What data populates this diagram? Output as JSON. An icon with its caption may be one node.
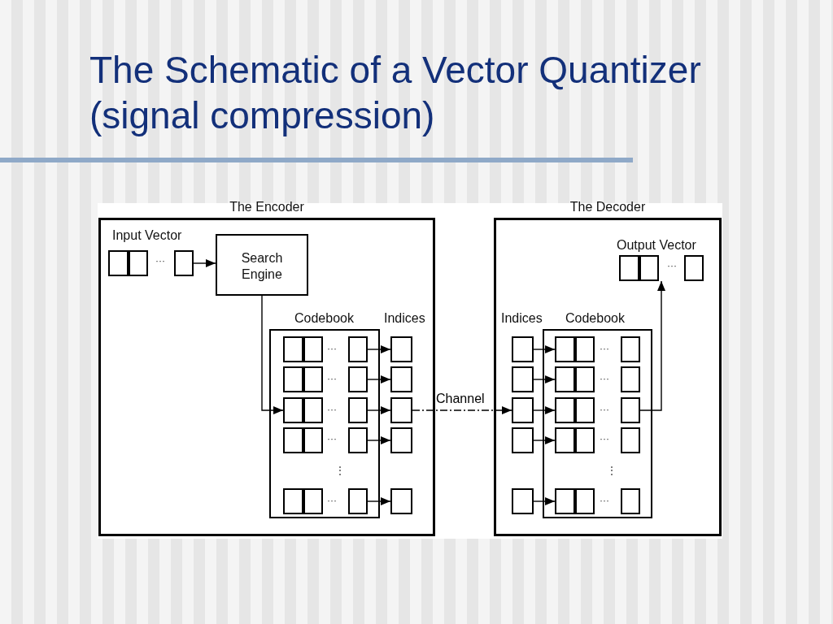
{
  "diagram": {
    "title": "The Schematic of a Vector Quantizer (signal compression)",
    "nodes": [
      {
        "text": [
          "The Encoder"
        ]
      },
      {
        "text": [],
        "shape": "box",
        "in": 0,
        "beside": [
          "Input Vector"
        ]
      },
      {
        "text": [
          "Search Engine"
        ],
        "in": 0
      },
      {
        "text": [
          "Codebook"
        ],
        "in": 0
      },
      {
        "text": [],
        "shape": "box",
        "in": 3
      },
      {
        "text": [],
        "shape": "box",
        "in": 3
      },
      {
        "text": [],
        "shape": "box",
        "in": 3
      },
      {
        "text": [],
        "shape": "box",
        "in": 3
      },
      {
        "text": [],
        "shape": "box",
        "in": 3
      },
      {
        "text": [],
        "shape": "box",
        "in": 0
      },
      {
        "text": [],
        "shape": "box",
        "in": 0
      },
      {
        "text": [],
        "shape": "box",
        "in": 0
      },
      {
        "text": [],
        "shape": "box",
        "in": 0
      },
      {
        "text": [],
        "shape": "box",
        "in": 0
      },
      {
        "text": [
          "The Decoder"
        ]
      },
      {
        "text": [],
        "shape": "box",
        "in": 14,
        "beside": [
          "Output Vector"
        ]
      },
      {
        "text": [],
        "shape": "box",
        "in": 14
      },
      {
        "text": [],
        "shape": "box",
        "in": 14
      },
      {
        "text": [],
        "shape": "box",
        "in": 14
      },
      {
        "text": [],
        "shape": "box",
        "in": 14
      },
      {
        "text": [],
        "shape": "box",
        "in": 14
      },
      {
        "text": [
          "Codebook"
        ],
        "in": 14
      },
      {
        "text": [],
        "shape": "box",
        "in": 21
      },
      {
        "text": [],
        "shape": "box",
        "in": 21
      },
      {
        "text": [],
        "shape": "box",
        "in": 21
      },
      {
        "text": [],
        "shape": "box",
        "in": 21
      },
      {
        "text": [],
        "shape": "box",
        "in": 21
      }
    ],
    "edges": [
      {
        "from": 1,
        "to": 2,
        "arrow": "to"
      },
      {
        "from": 2,
        "to": 6,
        "arrow": "to"
      },
      {
        "from": 4,
        "to": 9,
        "arrow": "to"
      },
      {
        "from": 5,
        "to": 10,
        "arrow": "to"
      },
      {
        "from": 6,
        "to": 11,
        "arrow": "to"
      },
      {
        "from": 7,
        "to": 12,
        "arrow": "to"
      },
      {
        "from": 8,
        "to": 13,
        "arrow": "to"
      },
      {
        "from": 11,
        "to": 18,
        "arrow": "to",
        "label": "Channel",
        "style": "dashed"
      },
      {
        "from": 16,
        "to": 22,
        "arrow": "to"
      },
      {
        "from": 17,
        "to": 23,
        "arrow": "to"
      },
      {
        "from": 18,
        "to": 24,
        "arrow": "to"
      },
      {
        "from": 19,
        "to": 25,
        "arrow": "to"
      },
      {
        "from": 20,
        "to": 26,
        "arrow": "to"
      },
      {
        "from": 24,
        "to": 15,
        "arrow": "to"
      }
    ],
    "labels": [
      "···",
      "···",
      "Indices",
      "Indices",
      "···",
      "···",
      "···",
      "···",
      "···",
      "···",
      "···",
      "···",
      "⋮",
      "⋮",
      "···",
      "···"
    ]
  }
}
